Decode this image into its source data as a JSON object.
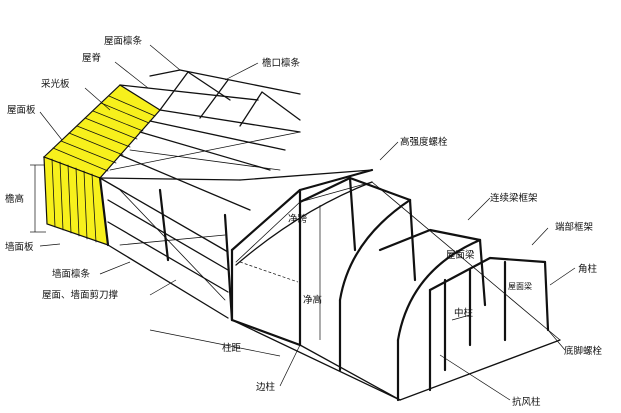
{
  "labels": {
    "roof_purlin": "屋面檩条",
    "ridge": "屋脊",
    "skylight_panel": "采光板",
    "roof_panel": "屋面板",
    "eave_height": "檐高",
    "wall_panel": "墙面板",
    "wall_purlin": "墙面檩条",
    "bracing": "屋面、墙面剪刀撑",
    "eave_purlin": "檐口檩条",
    "hs_bolt": "高强度螺栓",
    "clear_span": "净跨",
    "clear_height": "净高",
    "bay_spacing": "柱距",
    "side_column": "边柱",
    "continuous_frame": "连续梁框架",
    "roof_beam": "屋面梁",
    "roof_beam_small": "屋面梁",
    "middle_column": "中柱",
    "wind_column": "抗风柱",
    "end_frame": "端部框架",
    "corner_column": "角柱",
    "anchor_bolt": "底脚螺栓"
  },
  "colors": {
    "panel_fill": "#f7f01c",
    "line": "#111111"
  }
}
